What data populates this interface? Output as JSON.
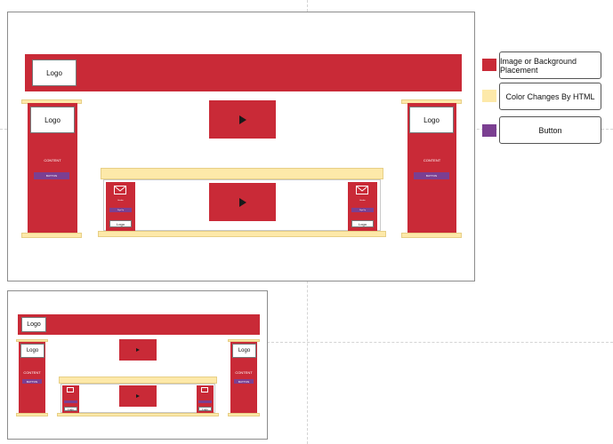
{
  "labels": {
    "logo": "Logo",
    "content": "CONTENT",
    "button": "BUTTON",
    "mini_text_1": "Header",
    "mini_text_2": "Sign Up",
    "mini_logo": "Logo"
  },
  "legend": {
    "items": [
      {
        "label": "Image or Background Placement",
        "color": "#c92a37"
      },
      {
        "label": "Color Changes By HTML",
        "color": "#fde9a9"
      },
      {
        "label": "Button",
        "color": "#7b3f91"
      }
    ]
  },
  "colors": {
    "red": "#c92a37",
    "cream": "#fde9a9",
    "purple": "#7b3f91"
  }
}
